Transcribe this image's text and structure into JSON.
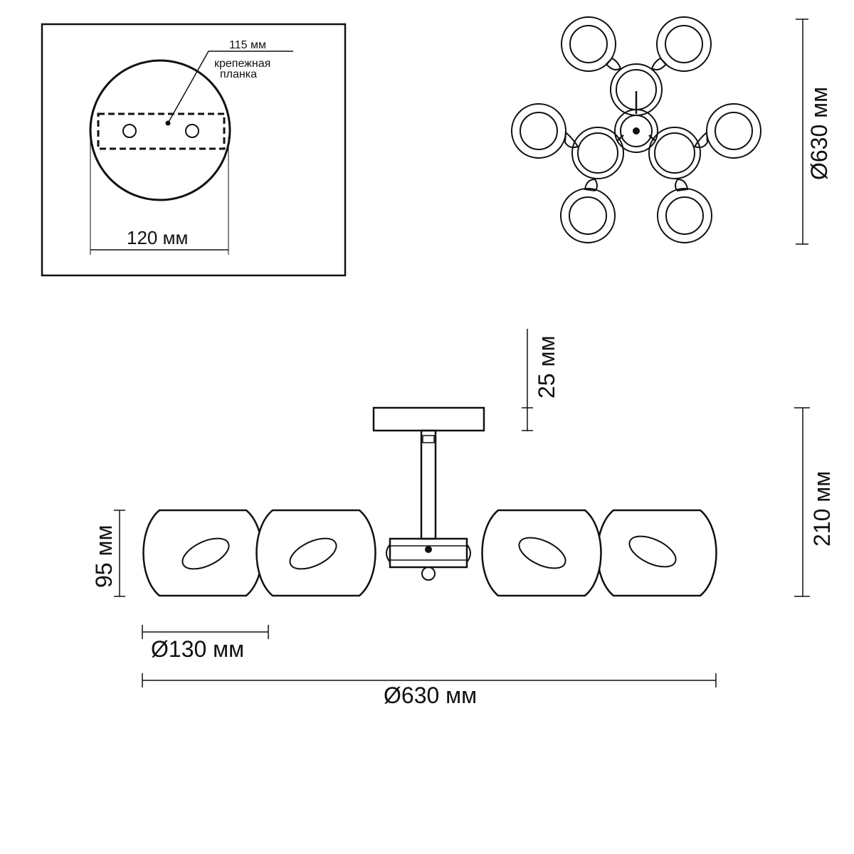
{
  "mounting_plate": {
    "plate_label": "115 мм",
    "bracket_label_line1": "крепежная",
    "bracket_label_line2": "планка",
    "base_diameter": "120 мм"
  },
  "top_view": {
    "overall_diameter": "Ø630 мм"
  },
  "side_view": {
    "canopy_height": "25 мм",
    "total_height": "210 мм",
    "shade_height": "95 мм",
    "shade_diameter": "Ø130 мм",
    "overall_width": "Ø630 мм"
  },
  "colors": {
    "line": "#111111",
    "background": "#ffffff"
  }
}
